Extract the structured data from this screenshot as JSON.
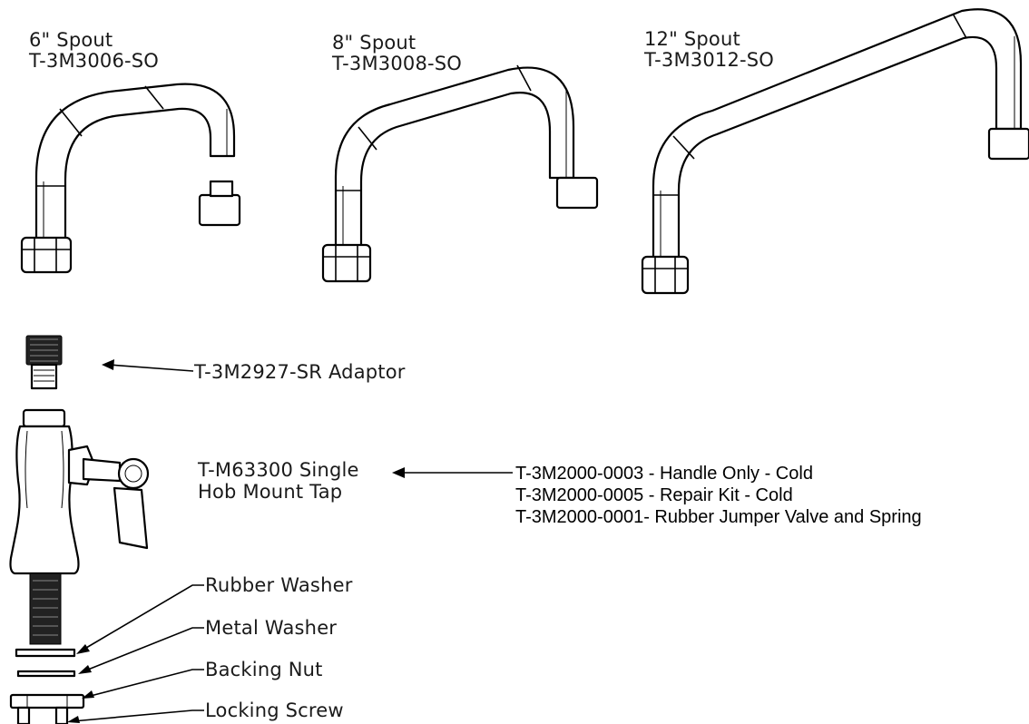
{
  "spouts": [
    {
      "size": "6\" Spout",
      "part": "T-3M3006-SO"
    },
    {
      "size": "8\" Spout",
      "part": "T-3M3008-SO"
    },
    {
      "size": "12\" Spout",
      "part": "T-3M3012-SO"
    }
  ],
  "adaptor": "T-3M2927-SR Adaptor",
  "tap": {
    "line1": "T-M63300 Single",
    "line2": "Hob Mount Tap"
  },
  "kit_parts": [
    "T-3M2000-0003 - Handle Only - Cold",
    "T-3M2000-0005 - Repair Kit - Cold",
    "T-3M2000-0001- Rubber Jumper Valve and Spring"
  ],
  "components": [
    "Rubber Washer",
    "Metal Washer",
    "Backing Nut",
    "Locking Screw"
  ]
}
